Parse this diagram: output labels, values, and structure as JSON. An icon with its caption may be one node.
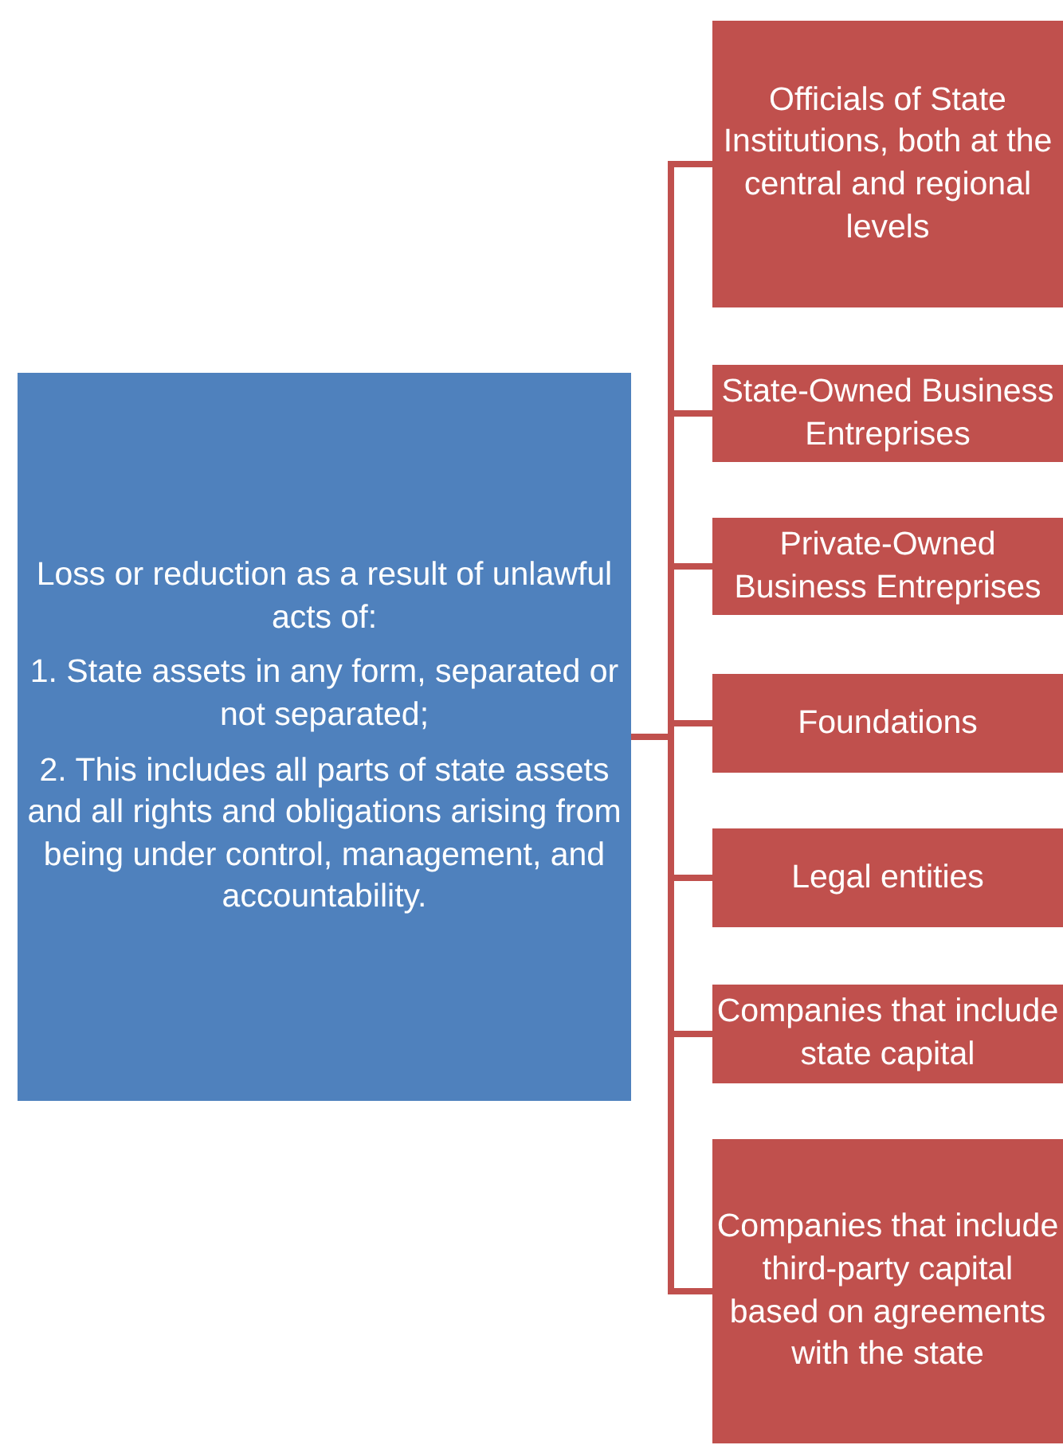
{
  "diagram": {
    "nodes": [
      {
        "text": [
          "Loss or reduction as a result of unlawful acts of:",
          "1. State assets in any form, separated or not separated;",
          "2. This includes all parts of state assets and all rights and obligations arising from being under control, management, and accountability."
        ]
      },
      {
        "text": [
          "Officials of State Institutions, both at the central and regional levels"
        ]
      },
      {
        "text": [
          "State-Owned Business Entreprises"
        ]
      },
      {
        "text": [
          "Private-Owned Business Entreprises"
        ]
      },
      {
        "text": [
          "Foundations"
        ]
      },
      {
        "text": [
          "Legal entities"
        ]
      },
      {
        "text": [
          "Companies that include state capital"
        ]
      },
      {
        "text": [
          "Companies that include third-party capital based on agreements with the state"
        ]
      }
    ],
    "edges": [
      {
        "from": 0,
        "to": 1,
        "arrow": "none"
      },
      {
        "from": 0,
        "to": 2,
        "arrow": "none"
      },
      {
        "from": 0,
        "to": 3,
        "arrow": "none"
      },
      {
        "from": 0,
        "to": 4,
        "arrow": "none"
      },
      {
        "from": 0,
        "to": 5,
        "arrow": "none"
      },
      {
        "from": 0,
        "to": 6,
        "arrow": "none"
      },
      {
        "from": 0,
        "to": 7,
        "arrow": "none"
      }
    ]
  }
}
